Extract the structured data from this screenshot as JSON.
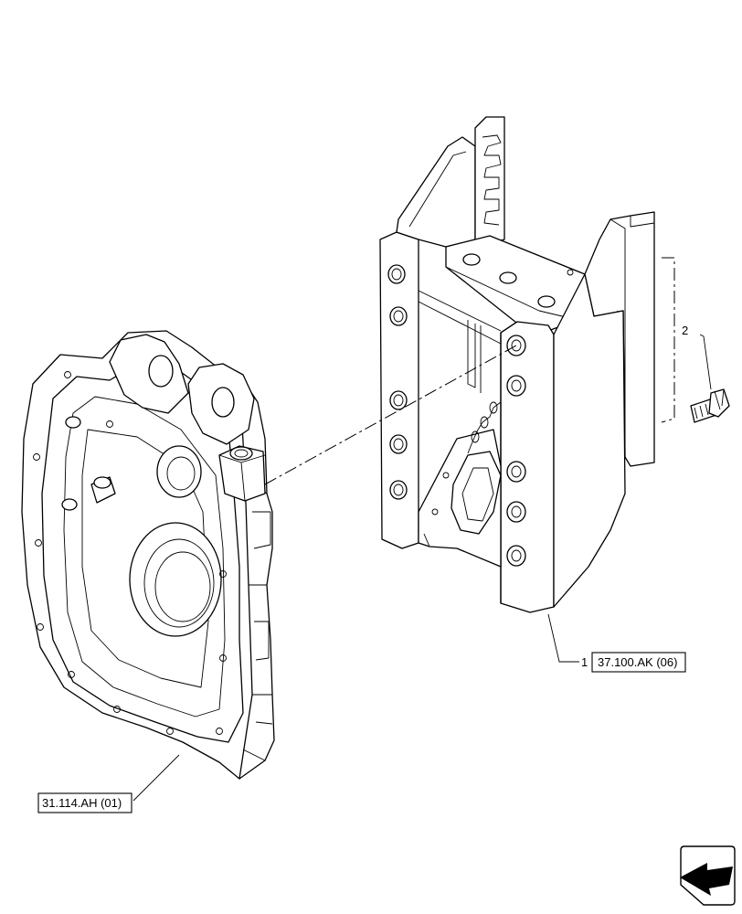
{
  "callouts": {
    "item1_number": "1",
    "item1_ref": "37.100.AK (06)",
    "item2_number": "2",
    "housing_ref": "31.114.AH (01)"
  }
}
